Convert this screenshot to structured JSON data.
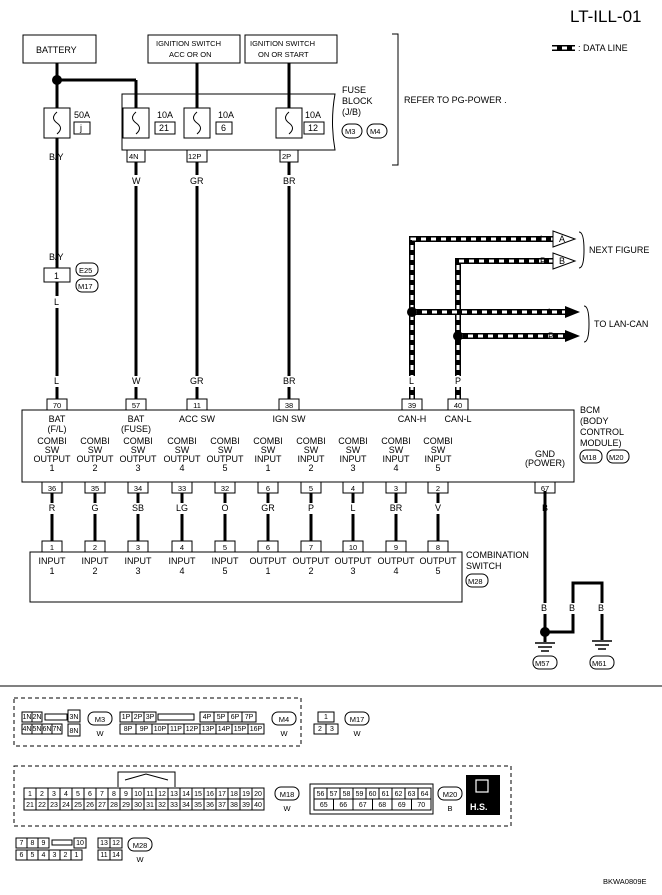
{
  "title": "LT-ILL-01",
  "legend": {
    "data_line": ": DATA LINE"
  },
  "footer_code": "BKWA0809E",
  "supplies": {
    "battery": "BATTERY",
    "ign_acc": [
      "IGNITION SWITCH",
      "ACC OR ON"
    ],
    "ign_on": [
      "IGNITION SWITCH",
      "ON OR START"
    ]
  },
  "fuse_block": {
    "label": [
      "FUSE",
      "BLOCK",
      "(J/B)"
    ],
    "refer": "REFER TO  PG-POWER .",
    "connectors": [
      "M3",
      "M4"
    ]
  },
  "fuses": {
    "battery": {
      "amp": "50A",
      "no": "j",
      "wire": "B/Y"
    },
    "f21": {
      "amp": "10A",
      "no": "21",
      "pin": "4N",
      "wire": "W"
    },
    "f6": {
      "amp": "10A",
      "no": "6",
      "pin": "12P",
      "wire": "GR"
    },
    "f12": {
      "amp": "10A",
      "no": "12",
      "pin": "2P",
      "wire": "BR"
    }
  },
  "joint": {
    "wire_top": "B/Y",
    "pin": "1",
    "wire_bottom": "L",
    "connectors": [
      "E25",
      "M17"
    ]
  },
  "can": {
    "l": "L",
    "p": "P",
    "a": "A",
    "b": "B",
    "next_figure": "NEXT FIGURE",
    "to_lan": "TO LAN-CAN"
  },
  "bcm": {
    "label": [
      "BCM",
      "(BODY",
      "CONTROL",
      "MODULE)"
    ],
    "connectors": [
      "M18",
      "M20"
    ],
    "top_pins": [
      {
        "pin": "70",
        "wire": "L",
        "label": [
          "BAT",
          "(F/L)"
        ]
      },
      {
        "pin": "57",
        "wire": "W",
        "label": [
          "BAT",
          "(FUSE)"
        ]
      },
      {
        "pin": "11",
        "wire": "GR",
        "label": [
          "ACC SW"
        ]
      },
      {
        "pin": "38",
        "wire": "BR",
        "label": [
          "IGN SW"
        ]
      },
      {
        "pin": "39",
        "wire": "L",
        "label": [
          "CAN-H"
        ]
      },
      {
        "pin": "40",
        "wire": "P",
        "label": [
          "CAN-L"
        ]
      }
    ],
    "bottom_pins": [
      {
        "pin": "36",
        "wire": "R",
        "label": [
          "COMBI",
          "SW",
          "OUTPUT",
          "1"
        ]
      },
      {
        "pin": "35",
        "wire": "G",
        "label": [
          "COMBI",
          "SW",
          "OUTPUT",
          "2"
        ]
      },
      {
        "pin": "34",
        "wire": "SB",
        "label": [
          "COMBI",
          "SW",
          "OUTPUT",
          "3"
        ]
      },
      {
        "pin": "33",
        "wire": "LG",
        "label": [
          "COMBI",
          "SW",
          "OUTPUT",
          "4"
        ]
      },
      {
        "pin": "32",
        "wire": "O",
        "label": [
          "COMBI",
          "SW",
          "OUTPUT",
          "5"
        ]
      },
      {
        "pin": "6",
        "wire": "GR",
        "label": [
          "COMBI",
          "SW",
          "INPUT",
          "1"
        ]
      },
      {
        "pin": "5",
        "wire": "P",
        "label": [
          "COMBI",
          "SW",
          "INPUT",
          "2"
        ]
      },
      {
        "pin": "4",
        "wire": "L",
        "label": [
          "COMBI",
          "SW",
          "INPUT",
          "3"
        ]
      },
      {
        "pin": "3",
        "wire": "BR",
        "label": [
          "COMBI",
          "SW",
          "INPUT",
          "4"
        ]
      },
      {
        "pin": "2",
        "wire": "V",
        "label": [
          "COMBI",
          "SW",
          "INPUT",
          "5"
        ]
      },
      {
        "pin": "67",
        "wire": "B",
        "label": [
          "GND",
          "(POWER)"
        ]
      }
    ]
  },
  "combi_switch": {
    "label": [
      "COMBINATION",
      "SWITCH"
    ],
    "connector": "M28",
    "pins": [
      {
        "pin": "1",
        "label": [
          "INPUT",
          "1"
        ]
      },
      {
        "pin": "2",
        "label": [
          "INPUT",
          "2"
        ]
      },
      {
        "pin": "3",
        "label": [
          "INPUT",
          "3"
        ]
      },
      {
        "pin": "4",
        "label": [
          "INPUT",
          "4"
        ]
      },
      {
        "pin": "5",
        "label": [
          "INPUT",
          "5"
        ]
      },
      {
        "pin": "6",
        "label": [
          "OUTPUT",
          "1"
        ]
      },
      {
        "pin": "7",
        "label": [
          "OUTPUT",
          "2"
        ]
      },
      {
        "pin": "10",
        "label": [
          "OUTPUT",
          "3"
        ]
      },
      {
        "pin": "9",
        "label": [
          "OUTPUT",
          "4"
        ]
      },
      {
        "pin": "8",
        "label": [
          "OUTPUT",
          "5"
        ]
      }
    ]
  },
  "ground": {
    "wire": "B",
    "wire2": "B",
    "wire3": "B",
    "grounds": [
      "M57",
      "M61"
    ]
  },
  "connector_views": {
    "m3": {
      "name": "M3",
      "color": "W",
      "top": [
        "1N",
        "2N",
        "3N"
      ],
      "bottom": [
        "4N",
        "5N",
        "6N",
        "7N",
        "8N"
      ]
    },
    "m4": {
      "name": "M4",
      "color": "W",
      "top": [
        "1P",
        "2P",
        "3P",
        "4P",
        "5P",
        "6P",
        "7P"
      ],
      "bottom": [
        "8P",
        "9P",
        "10P",
        "11P",
        "12P",
        "13P",
        "14P",
        "15P",
        "16P"
      ]
    },
    "m17": {
      "name": "M17",
      "color": "W",
      "top": [
        "1"
      ],
      "bottom": [
        "2",
        "3"
      ]
    },
    "m18": {
      "name": "M18",
      "color": "W",
      "top": [
        "1",
        "2",
        "3",
        "4",
        "5",
        "6",
        "7",
        "8",
        "9",
        "10",
        "11",
        "12",
        "13",
        "14",
        "15",
        "16",
        "17",
        "18",
        "19",
        "20"
      ],
      "bottom": [
        "21",
        "22",
        "23",
        "24",
        "25",
        "26",
        "27",
        "28",
        "29",
        "30",
        "31",
        "32",
        "33",
        "34",
        "35",
        "36",
        "37",
        "38",
        "39",
        "40"
      ]
    },
    "m20": {
      "name": "M20",
      "color": "B",
      "top": [
        "56",
        "57",
        "58",
        "59",
        "60",
        "61",
        "62",
        "63",
        "64"
      ],
      "bottom": [
        "65",
        "66",
        "67",
        "68",
        "69",
        "70"
      ]
    },
    "m28": {
      "name": "M28",
      "color": "W",
      "top": [
        "7",
        "8",
        "9",
        "10",
        "13",
        "12"
      ],
      "bottom": [
        "6",
        "5",
        "4",
        "3",
        "2",
        "1",
        "11",
        "14"
      ]
    },
    "hs": "H.S."
  }
}
